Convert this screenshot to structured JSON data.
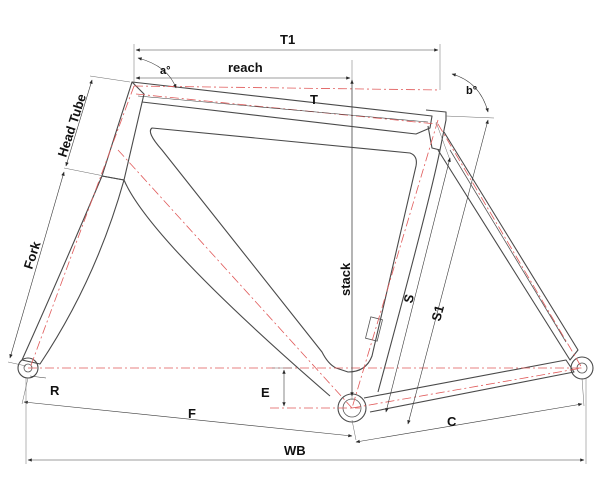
{
  "diagram": {
    "labels": {
      "t1": "T1",
      "reach": "reach",
      "a_angle": "a°",
      "b_angle": "b°",
      "t": "T",
      "head_tube": "Head Tube",
      "fork": "Fork",
      "stack": "stack",
      "s": "S",
      "s1": "S1",
      "e": "E",
      "r": "R",
      "f": "F",
      "c": "C",
      "wb": "WB"
    },
    "colors": {
      "frame_outline": "#4a4a4a",
      "centerline": "#e05a5a",
      "dimension_line": "#3a3a3a",
      "text": "#111111"
    }
  }
}
